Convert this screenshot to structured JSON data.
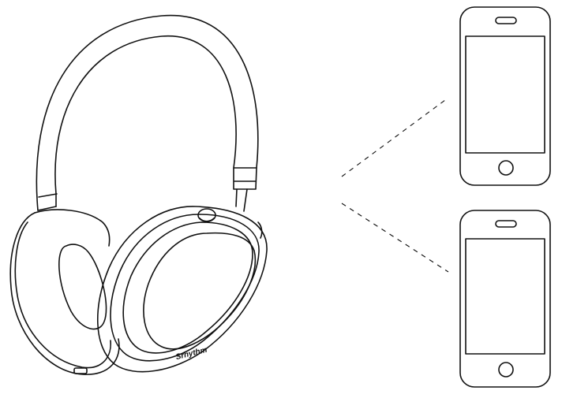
{
  "headphones": {
    "brand_text": "Srhythm",
    "icon": "over-ear-headphones"
  },
  "devices": [
    {
      "icon": "smartphone"
    },
    {
      "icon": "smartphone"
    }
  ],
  "connection": {
    "style": "dashed",
    "icon": "wireless-link"
  },
  "colors": {
    "line": "#111111",
    "background": "#ffffff"
  }
}
